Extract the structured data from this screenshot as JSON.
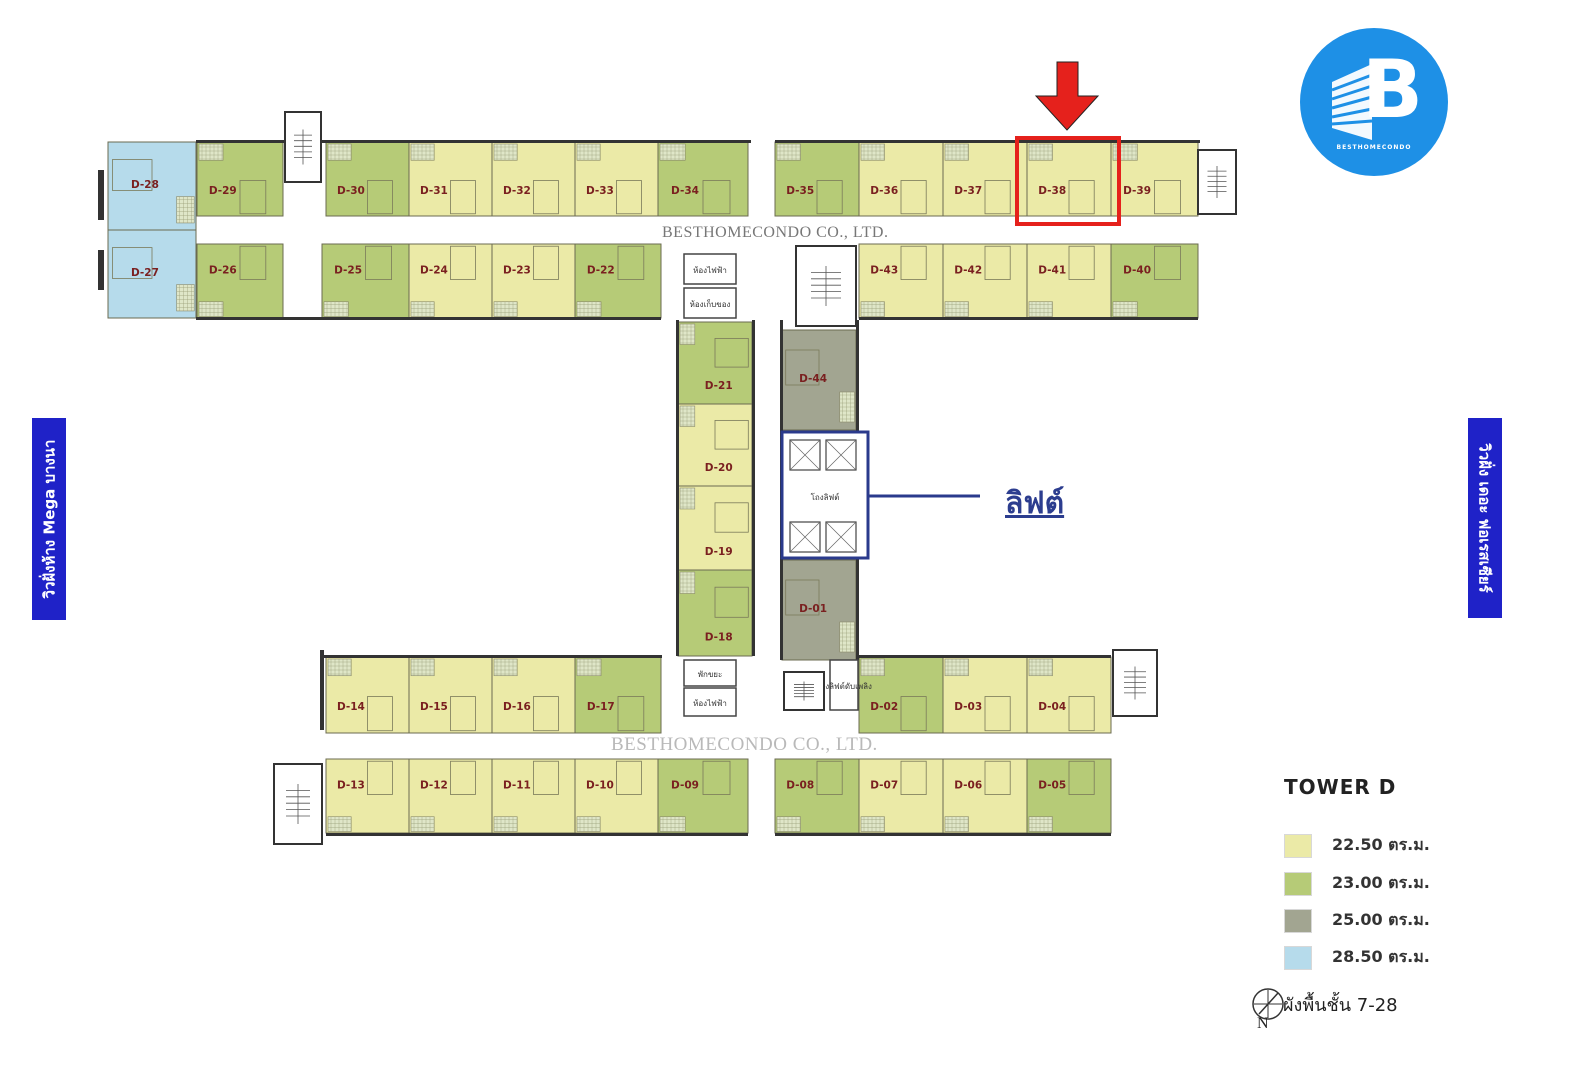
{
  "watermark": "BESTHOMECONDO CO., LTD.",
  "lift_label": "ลิฟต์",
  "left_view": "วิวฝั่งห้าง Mega บางนา",
  "right_view": "วิวฝั่ง เดอะ ฟอเรสเซียร์",
  "legend": {
    "title": "TOWER   D",
    "items": [
      {
        "label": "22.50  ตร.ม.",
        "color": "#ebeaa7"
      },
      {
        "label": "23.00  ตร.ม.",
        "color": "#b6cb77"
      },
      {
        "label": "25.00  ตร.ม.",
        "color": "#a2a591"
      },
      {
        "label": "28.50  ตร.ม.",
        "color": "#b6dbeb"
      }
    ]
  },
  "floor_label": "ผังพื้นชั้น 7-28",
  "north_label": "N",
  "logo": {
    "letter": "B",
    "name": "BESTHOMECONDO"
  },
  "highlighted_unit": "D-38",
  "utility_labels": {
    "electric": "ห้องไฟฟ้า",
    "storage": "ห้องเก็บของ",
    "trash": "พักขยะ",
    "lift_lobby": "โถงลิฟต์",
    "fire_lift_lobby": "โถงลิฟต์ดับเพลิง"
  },
  "colors": {
    "c22": "#ebeaa7",
    "c23": "#b6cb77",
    "c25": "#a2a591",
    "c28": "#b6dbeb",
    "wall": "#555555",
    "highlight": "#e5211c",
    "lift_frame": "#2a3a8c"
  },
  "units": [
    {
      "id": "D-29",
      "size": "23.00"
    },
    {
      "id": "D-30",
      "size": "23.00"
    },
    {
      "id": "D-31",
      "size": "22.50"
    },
    {
      "id": "D-32",
      "size": "22.50"
    },
    {
      "id": "D-33",
      "size": "22.50"
    },
    {
      "id": "D-34",
      "size": "23.00"
    },
    {
      "id": "D-35",
      "size": "23.00"
    },
    {
      "id": "D-36",
      "size": "22.50"
    },
    {
      "id": "D-37",
      "size": "22.50"
    },
    {
      "id": "D-38",
      "size": "22.50"
    },
    {
      "id": "D-39",
      "size": "22.50"
    },
    {
      "id": "D-28",
      "size": "28.50"
    },
    {
      "id": "D-27",
      "size": "28.50"
    },
    {
      "id": "D-26",
      "size": "23.00"
    },
    {
      "id": "D-25",
      "size": "23.00"
    },
    {
      "id": "D-24",
      "size": "22.50"
    },
    {
      "id": "D-23",
      "size": "22.50"
    },
    {
      "id": "D-22",
      "size": "23.00"
    },
    {
      "id": "D-43",
      "size": "22.50"
    },
    {
      "id": "D-42",
      "size": "22.50"
    },
    {
      "id": "D-41",
      "size": "22.50"
    },
    {
      "id": "D-40",
      "size": "23.00"
    },
    {
      "id": "D-21",
      "size": "23.00"
    },
    {
      "id": "D-20",
      "size": "22.50"
    },
    {
      "id": "D-19",
      "size": "22.50"
    },
    {
      "id": "D-18",
      "size": "23.00"
    },
    {
      "id": "D-44",
      "size": "25.00"
    },
    {
      "id": "D-01",
      "size": "25.00"
    },
    {
      "id": "D-14",
      "size": "22.50"
    },
    {
      "id": "D-15",
      "size": "22.50"
    },
    {
      "id": "D-16",
      "size": "22.50"
    },
    {
      "id": "D-17",
      "size": "23.00"
    },
    {
      "id": "D-02",
      "size": "23.00"
    },
    {
      "id": "D-03",
      "size": "22.50"
    },
    {
      "id": "D-04",
      "size": "22.50"
    },
    {
      "id": "D-13",
      "size": "22.50"
    },
    {
      "id": "D-12",
      "size": "22.50"
    },
    {
      "id": "D-11",
      "size": "22.50"
    },
    {
      "id": "D-10",
      "size": "22.50"
    },
    {
      "id": "D-09",
      "size": "23.00"
    },
    {
      "id": "D-08",
      "size": "23.00"
    },
    {
      "id": "D-07",
      "size": "22.50"
    },
    {
      "id": "D-06",
      "size": "22.50"
    },
    {
      "id": "D-05",
      "size": "23.00"
    }
  ]
}
